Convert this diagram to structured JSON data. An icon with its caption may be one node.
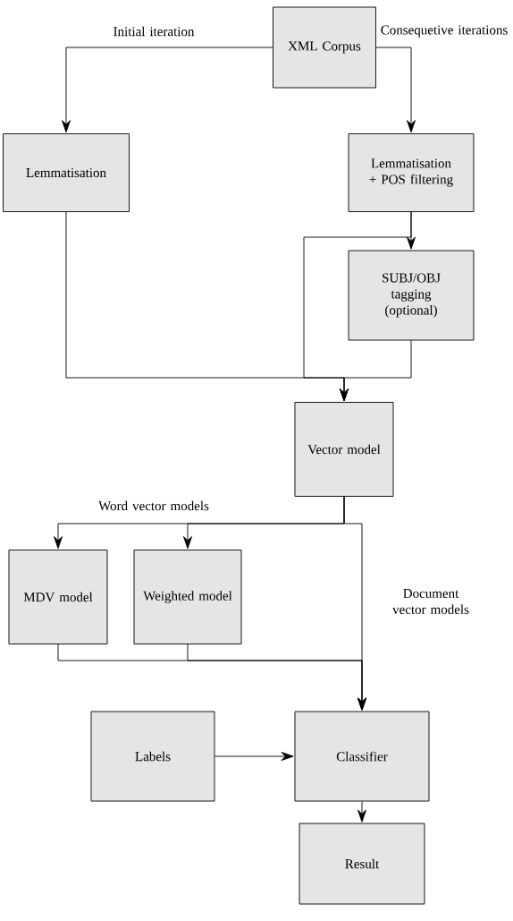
{
  "diagram": {
    "nodes": [
      {
        "text": [
          "XML Corpus"
        ]
      },
      {
        "text": [
          "Lemmatisation"
        ]
      },
      {
        "text": [
          "Lemmatisation + POS filtering"
        ]
      },
      {
        "text": [
          "SUBJ/OBJ tagging (optional)"
        ]
      },
      {
        "text": [
          "Vector model"
        ]
      },
      {
        "text": [
          "MDV model"
        ]
      },
      {
        "text": [
          "Weighted model"
        ]
      },
      {
        "text": [
          "Labels"
        ]
      },
      {
        "text": [
          "Classifier"
        ]
      },
      {
        "text": [
          "Result"
        ]
      }
    ],
    "edges": [
      {
        "from": 0,
        "to": 1,
        "arrow": "to",
        "label": "Initial iteration"
      },
      {
        "from": 0,
        "to": 2,
        "arrow": "to",
        "label": "Consequetive iterations"
      },
      {
        "from": 2,
        "to": 3,
        "arrow": "to"
      },
      {
        "from": 2,
        "to": 4,
        "arrow": "to"
      },
      {
        "from": 1,
        "to": 4,
        "arrow": "to"
      },
      {
        "from": 3,
        "to": 4,
        "arrow": "to"
      },
      {
        "from": 4,
        "to": 5,
        "arrow": "to"
      },
      {
        "from": 4,
        "to": 6,
        "arrow": "to"
      },
      {
        "from": 4,
        "to": 8,
        "arrow": "to",
        "label": "Document vector models"
      },
      {
        "from": 5,
        "to": 8,
        "arrow": "to"
      },
      {
        "from": 6,
        "to": 8,
        "arrow": "to"
      },
      {
        "from": 7,
        "to": 8,
        "arrow": "to"
      },
      {
        "from": 8,
        "to": 9,
        "arrow": "to"
      }
    ],
    "labels": [
      "Word vector models"
    ]
  }
}
